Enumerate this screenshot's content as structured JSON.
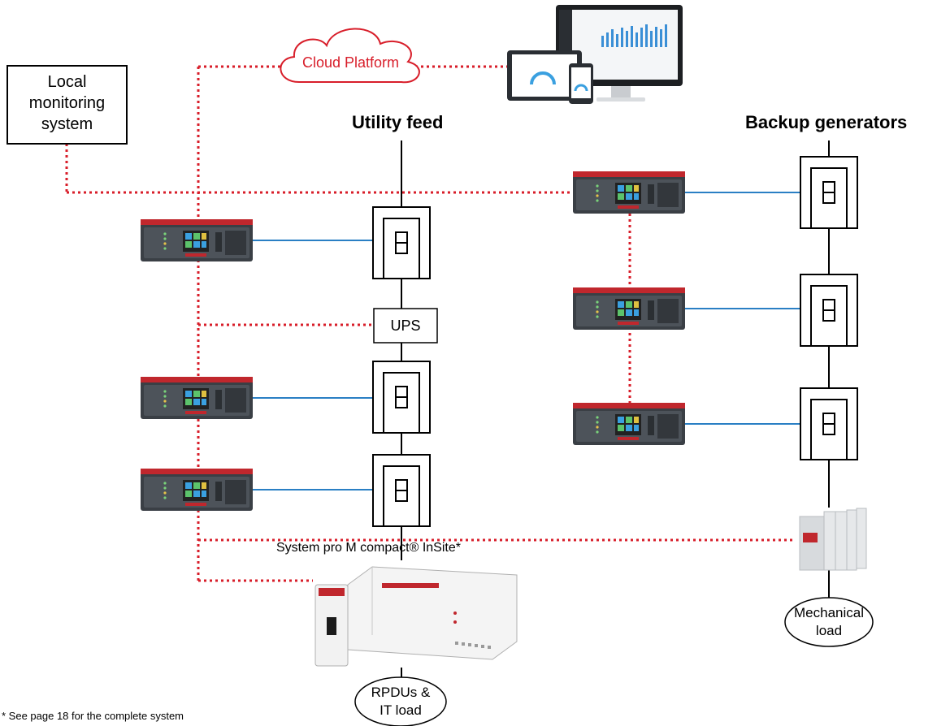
{
  "labels": {
    "local_monitoring": "Local monitoring system",
    "cloud_platform": "Cloud Platform",
    "utility_feed": "Utility feed",
    "backup_generators": "Backup generators",
    "ups": "UPS",
    "insite": "System pro M compact® InSite*",
    "mechanical_load": "Mechanical load",
    "rpdus_it_load": "RPDUs & IT load",
    "footnote": "* See page 18 for the complete system"
  },
  "colors": {
    "comm_line": "#d81e2a",
    "power_line": "#000000",
    "control_link": "#2a7fc4",
    "relay_body": "#3a3f45",
    "relay_top": "#c0272d"
  },
  "icons": {
    "relay": "protection-relay-icon",
    "breaker": "circuit-breaker-icon",
    "cloud": "cloud-icon",
    "devices": "dashboard-devices-icon",
    "plc": "controller-icon",
    "insite": "insite-device-icon"
  }
}
